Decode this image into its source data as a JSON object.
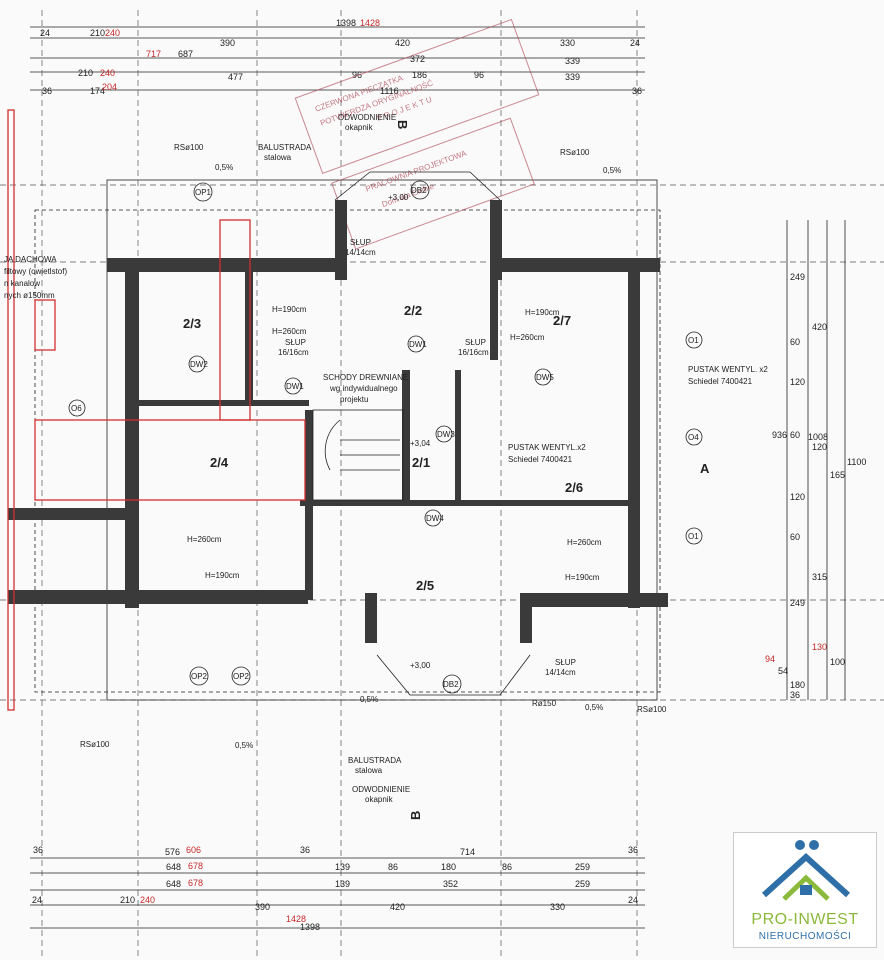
{
  "dims_top": {
    "r1": [
      "24",
      "210",
      "390",
      "420",
      "330",
      "24"
    ],
    "r1_red": [
      "240",
      "1428"
    ],
    "r1_total": "1398",
    "r2": [
      "717",
      "687",
      "372",
      "339"
    ],
    "r3": [
      "210",
      "477",
      "96",
      "186",
      "96",
      "339"
    ],
    "r3_red": "240",
    "r4": [
      "36",
      "174",
      "1116",
      "36"
    ],
    "r4_red": "204"
  },
  "dims_bottom": {
    "r1": [
      "36",
      "576",
      "36",
      "714",
      "36"
    ],
    "r1_red": "606",
    "r2": [
      "648",
      "139",
      "86",
      "180",
      "86",
      "259"
    ],
    "r2_red": "678",
    "r3": [
      "648",
      "139",
      "352",
      "259"
    ],
    "r3_red": "678",
    "r4": [
      "24",
      "210",
      "390",
      "420",
      "330",
      "24"
    ],
    "r4_red": "240",
    "total": "1398",
    "total_red": "1428"
  },
  "dims_right": [
    "249",
    "60",
    "120",
    "60",
    "120",
    "60",
    "249",
    "94",
    "54",
    "180",
    "36"
  ],
  "dims_right2": [
    "420",
    "120",
    "165",
    "315",
    "130",
    "100"
  ],
  "dims_right3": [
    "936",
    "1008",
    "1100"
  ],
  "rooms": [
    "2/1",
    "2/2",
    "2/3",
    "2/4",
    "2/5",
    "2/6",
    "2/7"
  ],
  "labels": {
    "odw_top": "ODWODNIENIE",
    "odw_top2": "okapnik",
    "odw_bot": "ODWODNIENIE",
    "odw_bot2": "okapnik",
    "bal_top": "BALUSTRADA",
    "bal_top2": "stalowa",
    "bal_bot": "BALUSTRADA",
    "bal_bot2": "stalowa",
    "rs1": "RSø100",
    "rs2": "RSø100",
    "rs3": "RSø100",
    "rs4": "RSø100",
    "rs5": "Rø150",
    "slope1": "0,5%",
    "slope2": "0,5%",
    "slope3": "0,5%",
    "slope4": "0,5%",
    "slope5": "0,5%",
    "stairs1": "SCHODY DREWNIANE",
    "stairs2": "wg indywidualnego",
    "stairs3": "projektu",
    "pustak1": "PUSTAK WENTYL. x2",
    "pustak1b": "Schiedel 7400421",
    "pustak2": "PUSTAK WENTYL.x2",
    "pustak2b": "Schiedel 7400421",
    "h260a": "H=260cm",
    "h260b": "H=260cm",
    "h260c": "H=260cm",
    "h260d": "H=260cm",
    "h190a": "H=190cm",
    "h190b": "H=190cm",
    "h190c": "H=190cm",
    "h190d": "H=190cm",
    "slup": "SŁUP",
    "slup_dim": "16/16cm",
    "slup_dim2": "14/14cm",
    "level1": "+3,04",
    "level2": "+3,00",
    "level3": "+3,00",
    "dach1": "JA DACHOWA",
    "dach2": "filtowy (owietlstof)",
    "dach3": "n kanalow",
    "dach4": "nych ø150mm",
    "axis_a": "A",
    "axis_b_top": "B",
    "axis_b_bot": "B",
    "stamp1": "CZERWONA PIECZĄTKA",
    "stamp2": "POTWIERDZA ORYGINALNOŚĆ",
    "stamp3": "P R O J E K T U",
    "stamp4": "PRACOWNIA PROJEKTOWA",
    "stamp5": "Dom dla Ciebie"
  },
  "circle_tags": [
    "OP1",
    "OP2",
    "OP2",
    "O6",
    "O1",
    "O4",
    "O1",
    "DB2",
    "DB2",
    "DW1",
    "DW1",
    "DW2",
    "DW3",
    "DW5",
    "DW4"
  ],
  "logo": {
    "brand": "PRO-INWEST",
    "sub": "NIERUCHOMOŚCI",
    "colors": {
      "blue": "#2f6fa8",
      "green": "#8bb93c"
    }
  }
}
